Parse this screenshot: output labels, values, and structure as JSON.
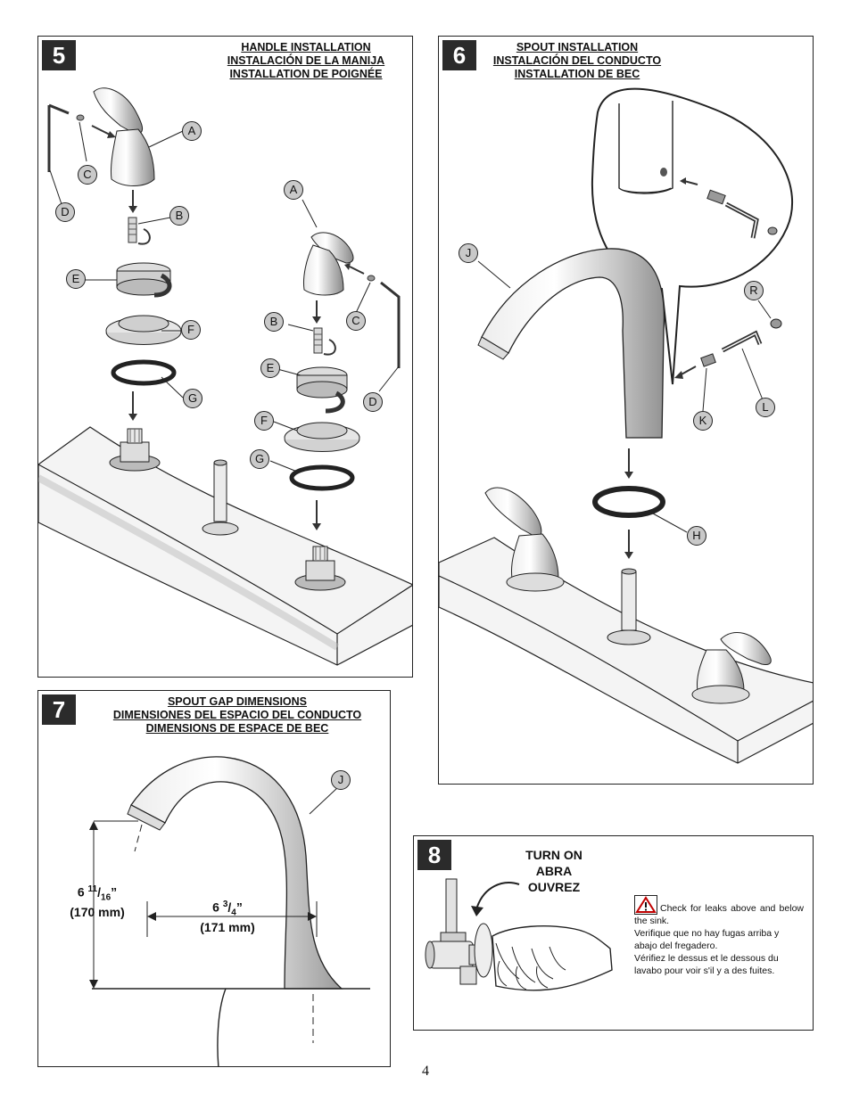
{
  "page_number": "4",
  "step5": {
    "number": "5",
    "title_en": "HANDLE INSTALLATION",
    "title_es": "INSTALACIÓN DE LA MANIJA",
    "title_fr": "INSTALLATION DE POIGNÉE",
    "callouts_left": [
      "A",
      "B",
      "C",
      "D",
      "E",
      "F",
      "G"
    ],
    "callouts_right": [
      "A",
      "B",
      "C",
      "D",
      "E",
      "F",
      "G"
    ]
  },
  "step6": {
    "number": "6",
    "title_en": "SPOUT INSTALLATION",
    "title_es": "INSTALACIÓN DEL CONDUCTO",
    "title_fr": "INSTALLATION DE BEC",
    "callouts": [
      "J",
      "R",
      "L",
      "K",
      "H"
    ]
  },
  "step7": {
    "number": "7",
    "title_en": "SPOUT GAP DIMENSIONS",
    "title_es": "DIMENSIONES DEL ESPACIO DEL CONDUCTO",
    "title_fr": "DIMENSIONS DE ESPACE DE BEC",
    "callout": "J",
    "height_whole": "6",
    "height_num": "11",
    "height_den": "16",
    "height_metric": "(170 mm)",
    "reach_whole": "6",
    "reach_num": "3",
    "reach_den": "4",
    "reach_metric": "(171 mm)"
  },
  "step8": {
    "number": "8",
    "action_en": "TURN ON",
    "action_es": "ABRA",
    "action_fr": "OUVREZ",
    "warning_icon": "warning-triangle-icon",
    "note_en": "Check for leaks above and below the sink.",
    "note_es": "Verifique que no hay fugas arriba y abajo del fregadero.",
    "note_fr": "Vérifiez  le dessus et le dessous du lavabo pour voir s'il y a des fuites."
  }
}
